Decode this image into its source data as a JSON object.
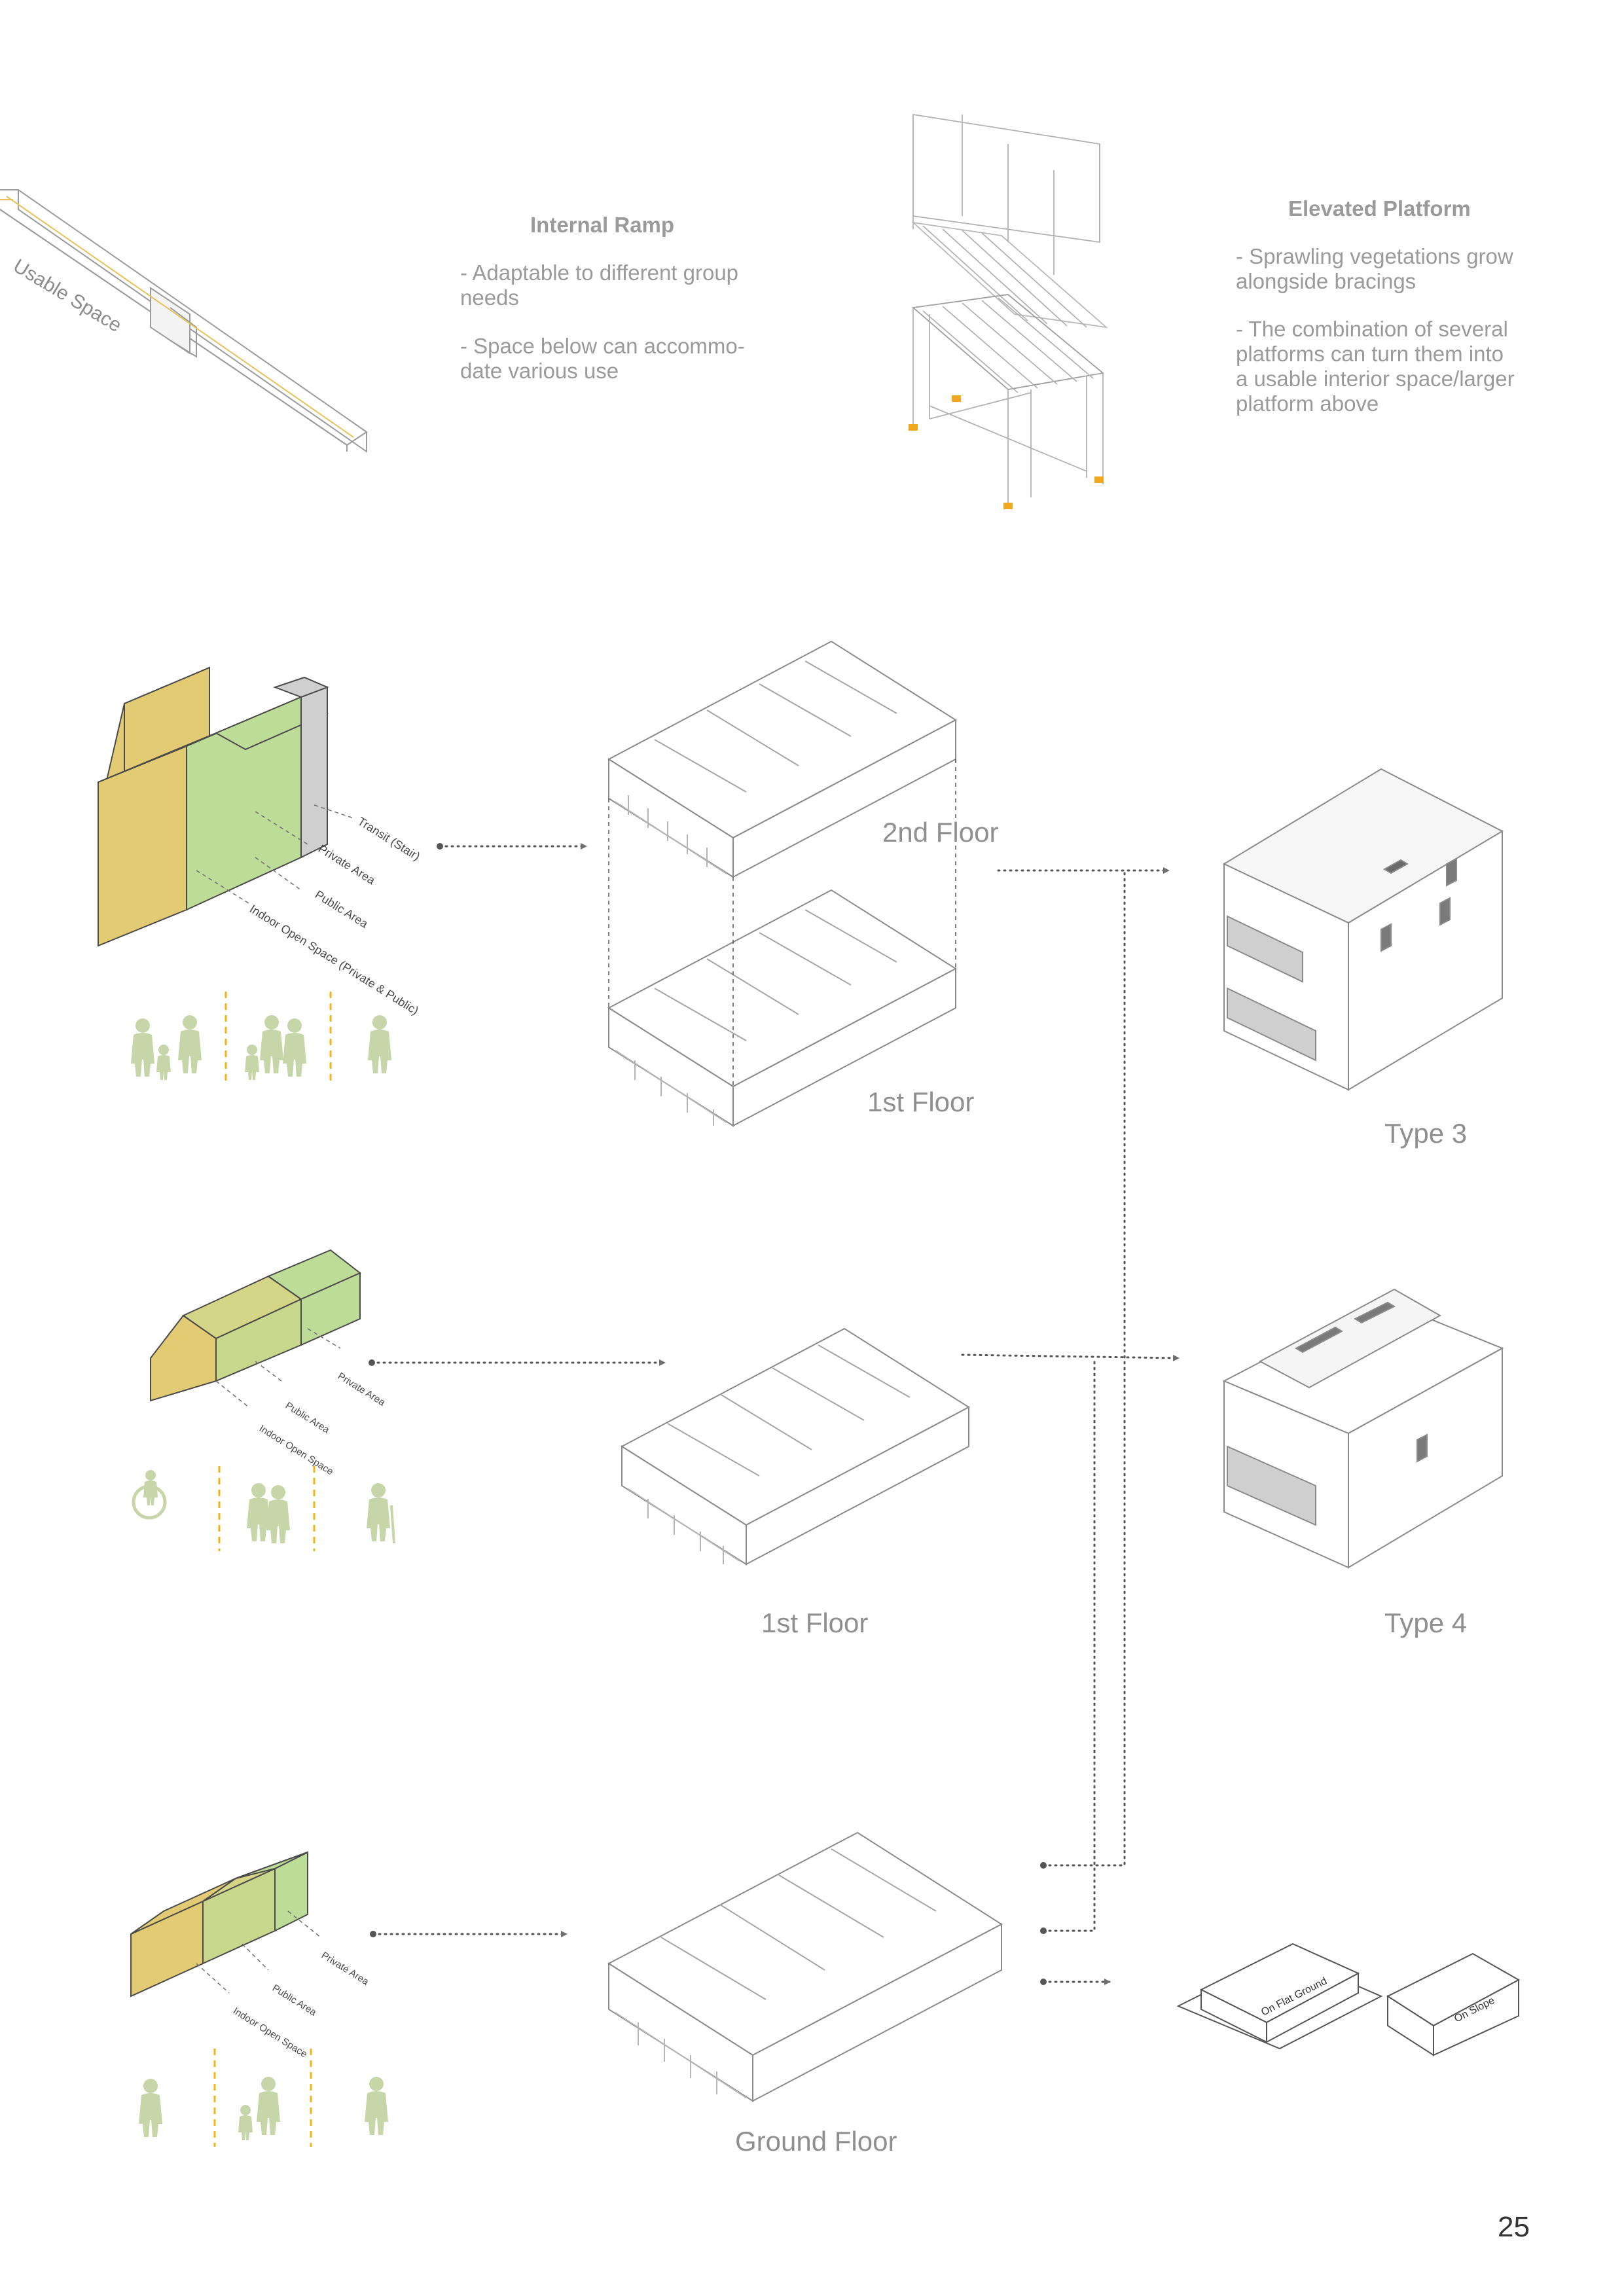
{
  "ramp": {
    "heading": "Internal Ramp",
    "bullets": [
      "- Adaptable to different group\nneeds",
      "- Space below can accommo-\ndate various use"
    ],
    "diagram_label": "Usable Space"
  },
  "platform": {
    "heading": "Elevated Platform",
    "bullets": [
      "- Sprawling vegetations grow\nalongside bracings",
      "- The combination of several\nplatforms can  turn them into\na usable interior space/larger\nplatform above"
    ]
  },
  "massing_labels": {
    "top": [
      "Transit (Stair)",
      "Private Area",
      "Public Area",
      "Indoor Open Space\n(Private & Public)"
    ],
    "middle": [
      "Private Area",
      "Public Area",
      "Indoor\nOpen Space"
    ],
    "bottom": [
      "Private Area",
      "Public Area",
      "Indoor\nOpen Space"
    ]
  },
  "floors": {
    "top_upper": "2nd Floor",
    "top_lower": "1st Floor",
    "middle": "1st Floor",
    "bottom": "Ground Floor"
  },
  "types": [
    "Type 3",
    "Type 4"
  ],
  "ground_options": [
    "On Flat Ground",
    "On Slope"
  ],
  "page_number": "25",
  "colors": {
    "yellow": "#e3cb73",
    "green": "#bcdc98",
    "gray": "#cfcfcf",
    "figure": "#c6d6a8",
    "separator": "#f2b418",
    "line": "#8a8a8a"
  }
}
